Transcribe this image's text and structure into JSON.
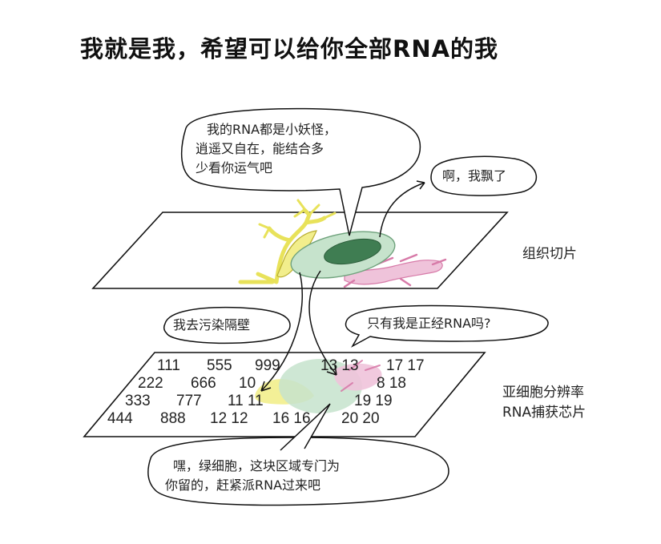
{
  "title": "我就是我，希望可以给你全部RNA的我",
  "bubbles": {
    "top": [
      "我的RNA都是小妖怪，",
      "逍遥又自在，能结合多",
      "少看你运气吧"
    ],
    "float": "啊，我飘了",
    "pollute": "我去污染隔壁",
    "proper": "只有我是正经RNA吗?",
    "bottom": [
      "嘿，绿细胞，这块区域专门为",
      "你留的，赶紧派RNA过来吧"
    ]
  },
  "labels": {
    "tissue": "组织切片",
    "chip_line1": "亚细胞分辨率",
    "chip_line2": "RNA捕获芯片"
  },
  "chip_numbers": [
    "111",
    "555",
    "999",
    "13 13",
    "17 17",
    "222",
    "666",
    "10",
    "8 18",
    "333",
    "777",
    "11 11",
    "19 19",
    "444",
    "888",
    "12 12",
    "16 16",
    "20 20"
  ],
  "colors": {
    "yellow_cell": "#f2ee8c",
    "green_cell": "#c6e3cc",
    "dark_green_nucleus": "#3f7d52",
    "pink_cell": "#d77aa8",
    "line": "#111111"
  }
}
